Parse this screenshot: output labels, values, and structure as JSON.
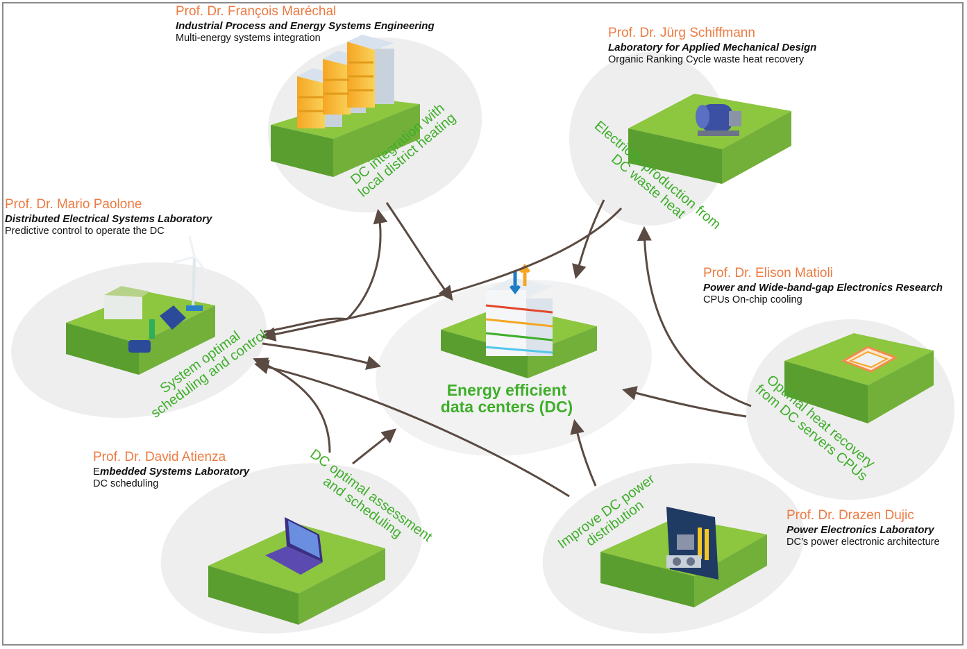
{
  "center": {
    "label_line1": "Energy efficient",
    "label_line2": "data centers (DC)"
  },
  "labs": [
    {
      "id": "marechal",
      "name": "Prof. Dr. François Maréchal",
      "institution": "Industrial Process and Energy Systems Engineering",
      "topic": "Multi-energy systems integration",
      "caption_line1": "DC integration with",
      "caption_line2": "local district heating"
    },
    {
      "id": "schiffmann",
      "name": "Prof. Dr. Jürg Schiffmann",
      "institution": "Laboratory for Applied Mechanical Design",
      "topic": "Organic Ranking Cycle waste heat recovery",
      "caption_line1": "Electricity production from",
      "caption_line2": "DC waste heat"
    },
    {
      "id": "paolone",
      "name": "Prof. Dr. Mario Paolone",
      "institution": "Distributed Electrical Systems Laboratory",
      "topic": "Predictive control to operate the DC",
      "caption_line1": "System optimal",
      "caption_line2": "scheduling and control"
    },
    {
      "id": "matioli",
      "name": "Prof. Dr. Elison Matioli",
      "institution": "Power and Wide-band-gap Electronics Research",
      "topic": "CPUs On-chip cooling",
      "caption_line1": "Optimal heat recovery",
      "caption_line2": "from DC servers CPUs"
    },
    {
      "id": "atienza",
      "name": "Prof. Dr. David Atienza",
      "institution_prefix": "E",
      "institution": "mbedded Systems Laboratory",
      "topic": "DC scheduling",
      "caption_line1": "DC optimal assessment",
      "caption_line2": "and scheduling"
    },
    {
      "id": "dujic",
      "name": "Prof. Dr. Drazen Dujic",
      "institution": "Power Electronics Laboratory",
      "topic": "DC’s power electronic architecture",
      "caption_line1": "Improve DC power",
      "caption_line2": "distribution"
    }
  ],
  "colors": {
    "name": "#ec7b43",
    "caption": "#3fae2a",
    "arrow": "#5a4a42",
    "platform_top": "#8dc63f",
    "platform_side": "#5a9e2f",
    "blob": "#eeeeee"
  },
  "icons": [
    "apartment-buildings-icon",
    "orc-turbine-icon",
    "wind-solar-grid-icon",
    "cpu-chip-icon",
    "laptop-icon",
    "motherboard-icon",
    "server-rack-icon"
  ]
}
